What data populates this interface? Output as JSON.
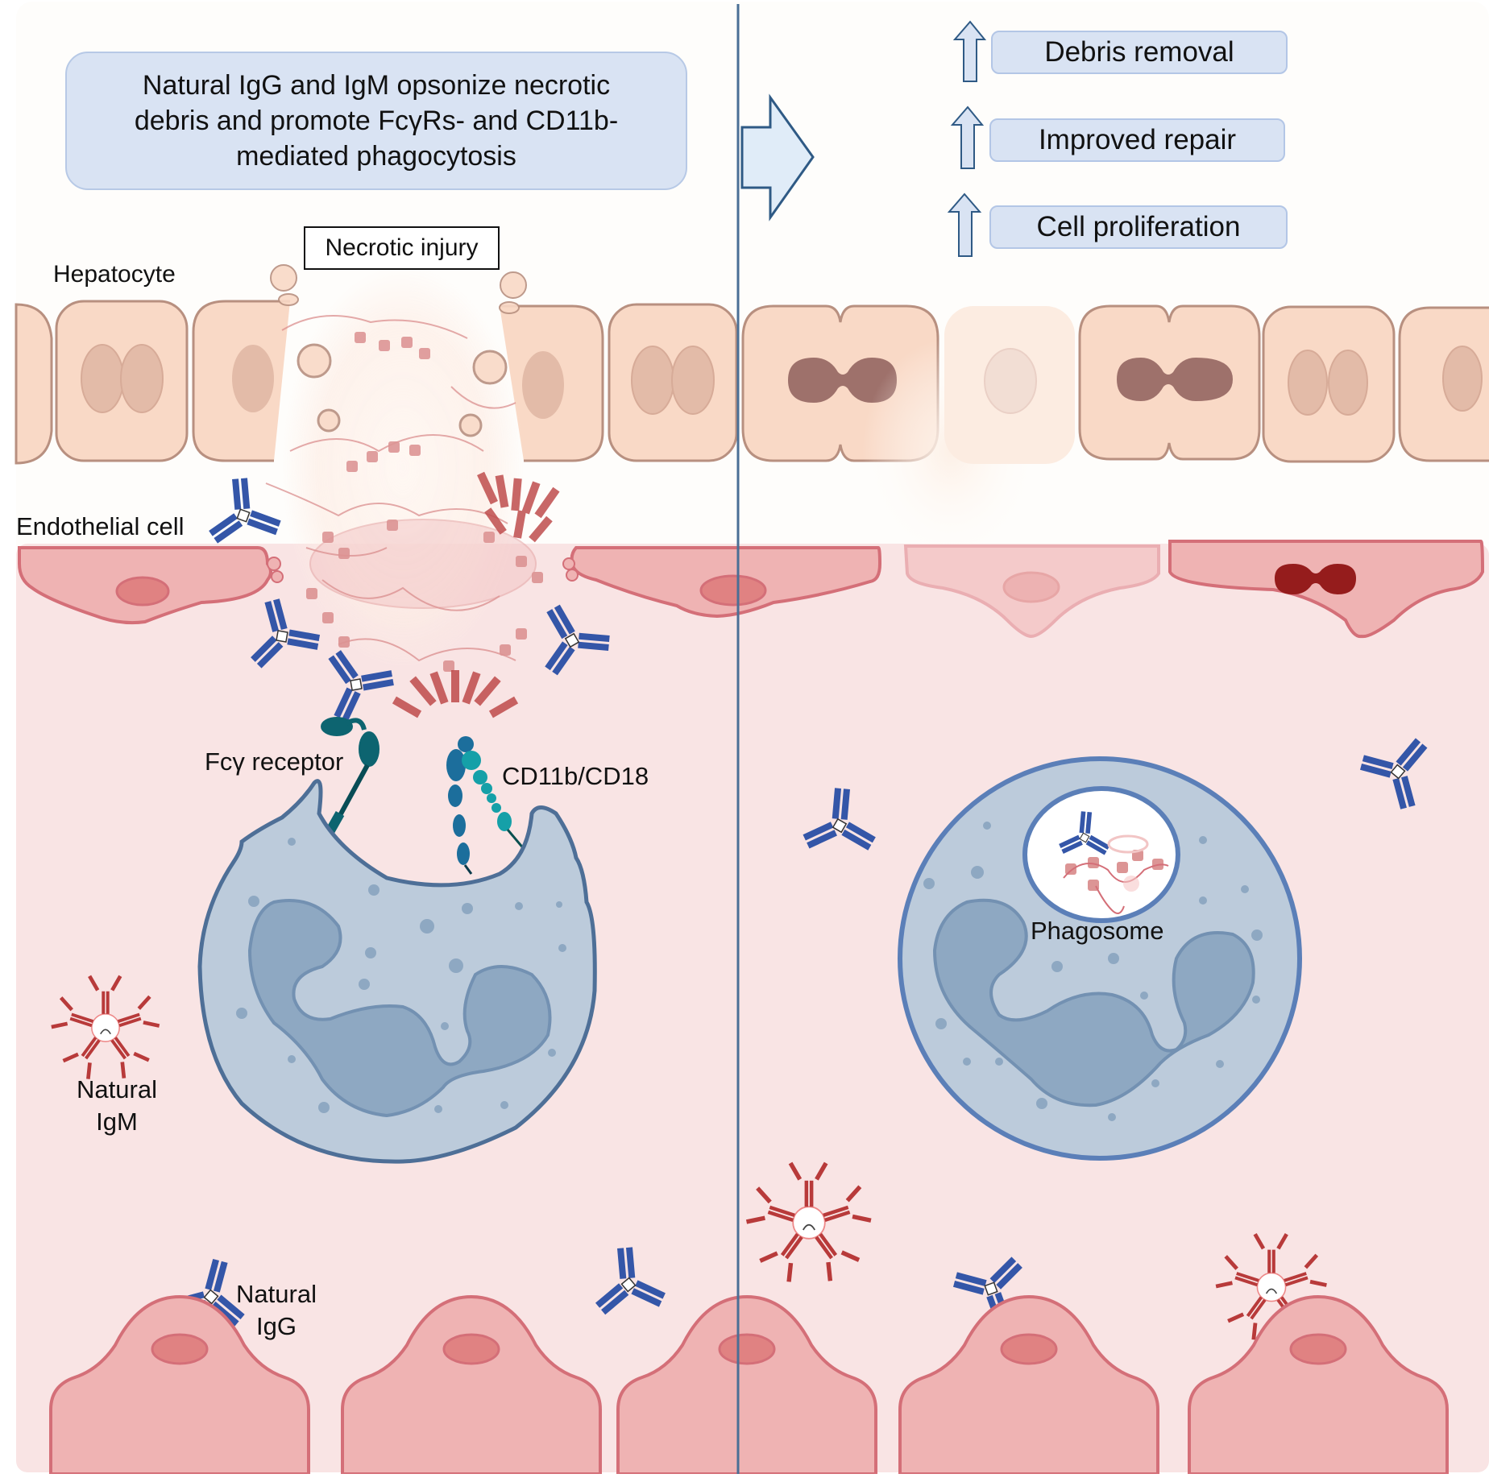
{
  "figure": {
    "title": "Natural IgG and IgM opsonize necrotic debris and promote FcγRs- and CD11b-mediated phagocytosis",
    "title_lines": [
      "Natural IgG and IgM opsonize necrotic",
      "debris and promote FcγRs- and CD11b-",
      "mediated phagocytosis"
    ],
    "necrotic_label": "Necrotic injury",
    "labels": {
      "hepatocyte": "Hepatocyte",
      "endothelial": "Endothelial cell",
      "fcy_receptor": "Fcγ receptor",
      "cd11b": "CD11b/CD18",
      "natural_igm_1": "Natural",
      "natural_igm_2": "IgM",
      "natural_igg_1": "Natural",
      "natural_igg_2": "IgG",
      "phagosome": "Phagosome"
    },
    "outcomes": [
      {
        "label": "Debris removal",
        "icon": "up-arrow-icon"
      },
      {
        "label": "Improved repair",
        "icon": "up-arrow-icon"
      },
      {
        "label": "Cell proliferation",
        "icon": "up-arrow-icon"
      }
    ],
    "transition_icon": "right-arrow-icon",
    "colors": {
      "background_top": "#fefdfb",
      "blood_vessel": "#f9e4e4",
      "hepatocyte_fill": "#f9d9c6",
      "hepatocyte_stroke": "#b89080",
      "hepatocyte_nucleus": "#e3bba8",
      "dividing_nucleus": "#9e716b",
      "endothelial_fill": "#efb3b3",
      "endothelial_stroke": "#d46f78",
      "endothelial_nucleus": "#e08282",
      "endothelial_dividing_nucleus": "#951c1c",
      "macrophage_fill": "#bccbdb",
      "macrophage_stroke": "#4e6f97",
      "macrophage_nucleus": "#8ea8c2",
      "igg": "#3456a8",
      "igm": "#b83a3a",
      "fc_receptor": "#0d6470",
      "cd11b": "#1c6e9c",
      "cd18": "#15a0a8",
      "divider": "#4a6f96",
      "label_box": "#d9e3f3"
    }
  }
}
